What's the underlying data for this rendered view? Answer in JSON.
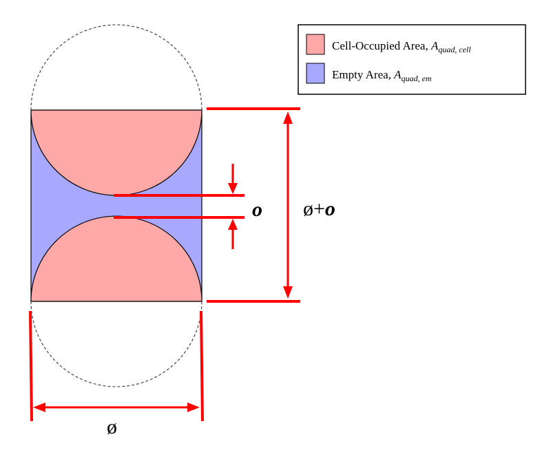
{
  "colors": {
    "cell": "#ffa8a8",
    "empty": "#a8a8ff",
    "dimension": "#ff0000",
    "outline": "#000000"
  },
  "legend": {
    "items": [
      {
        "label": "Cell-Occupied Area, ",
        "symbol": "A",
        "subscript": "quad, cell",
        "color": "#ffa8a8"
      },
      {
        "label": "Empty Area, ",
        "symbol": "A",
        "subscript": "quad, em",
        "color": "#a8a8ff"
      }
    ]
  },
  "dimensions": {
    "diameter_label": "ø",
    "gap_label": "o",
    "height_label_prefix": "ø+",
    "height_label_suffix": "o"
  }
}
